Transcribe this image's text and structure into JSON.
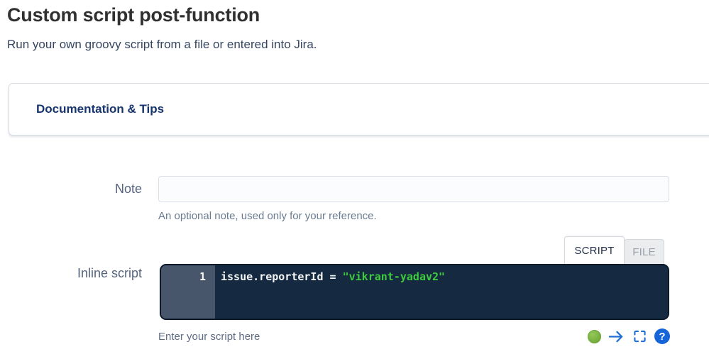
{
  "header": {
    "title": "Custom script post-function",
    "subtitle": "Run your own groovy script from a file or entered into Jira."
  },
  "documentation_panel": {
    "title": "Documentation & Tips"
  },
  "form": {
    "note": {
      "label": "Note",
      "value": "",
      "help": "An optional note, used only for your reference."
    },
    "script": {
      "label": "Inline script",
      "tabs": [
        {
          "label": "SCRIPT",
          "active": true
        },
        {
          "label": "FILE",
          "active": false
        }
      ],
      "editor": {
        "line_number": "1",
        "code_identifier": "issue.reporterId",
        "code_operator": " = ",
        "code_string": "\"vikrant-yadav2\""
      },
      "help": "Enter your script here"
    }
  },
  "toolbar": {
    "icons": [
      "status-indicator",
      "run-arrow",
      "fullscreen",
      "help"
    ],
    "help_glyph": "?"
  },
  "colors": {
    "accent_blue": "#2170d4",
    "help_blue": "#1565d8",
    "status_green": "#7db442",
    "editor_background": "#152a40",
    "editor_gutter": "#48566b",
    "code_string_green": "#3ecb3e",
    "panel_title_navy": "#17356e"
  }
}
